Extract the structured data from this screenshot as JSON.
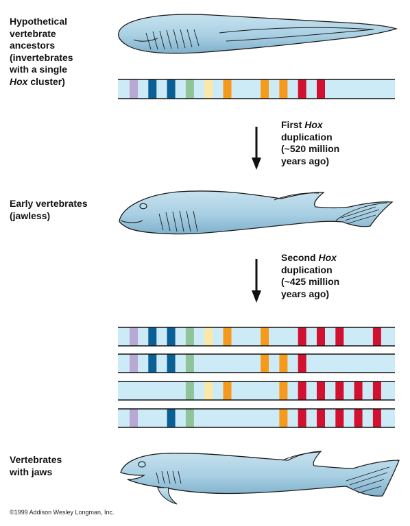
{
  "stages": {
    "ancestors": {
      "line1": "Hypothetical",
      "line2": "vertebrate",
      "line3": "ancestors",
      "line4": "(invertebrates",
      "line5": "with a single",
      "line6_italic": "Hox",
      "line6_rest": " cluster)"
    },
    "early": {
      "line1": "Early vertebrates",
      "line2": "(jawless)"
    },
    "jawed": {
      "line1": "Vertebrates",
      "line2": "with jaws"
    }
  },
  "duplications": [
    {
      "line1_pre": "First ",
      "line1_italic": "Hox",
      "line2": "duplication",
      "line3": "(~520 million",
      "line4": "years ago)"
    },
    {
      "line1_pre": "Second ",
      "line1_italic": "Hox",
      "line2": "duplication",
      "line3": "(~425 million",
      "line4": "years ago)"
    }
  ],
  "colors": {
    "chromosome_fill": "#cdebf7",
    "fish_body": "#a8cfe3",
    "fish_outline": "#1a1a1a",
    "band_lavender": "#b7a8d4",
    "band_blue": "#0a5f94",
    "band_green": "#8fc49a",
    "band_yellow": "#fbe7a6",
    "band_orange": "#f59a1c",
    "band_red": "#d2102f"
  },
  "clusters": [
    {
      "name": "ancestral-cluster",
      "bands": [
        "band_lavender",
        "band_blue",
        "band_blue",
        "band_green",
        "band_yellow",
        "band_orange",
        "",
        "band_orange",
        "band_orange",
        "band_red",
        "band_red",
        "",
        ""
      ]
    },
    {
      "name": "cluster-a",
      "bands": [
        "band_lavender",
        "band_blue",
        "band_blue",
        "band_green",
        "band_yellow",
        "band_orange",
        "",
        "band_orange",
        "",
        "band_red",
        "band_red",
        "band_red",
        "",
        "band_red"
      ]
    },
    {
      "name": "cluster-b",
      "bands": [
        "band_lavender",
        "band_blue",
        "band_blue",
        "band_green",
        "",
        "",
        "",
        "band_orange",
        "band_orange",
        "band_red",
        "",
        "",
        "",
        ""
      ]
    },
    {
      "name": "cluster-c",
      "bands": [
        "",
        "",
        "",
        "band_green",
        "band_yellow",
        "band_orange",
        "",
        "",
        "band_orange",
        "band_red",
        "band_red",
        "band_red",
        "band_red",
        "band_red"
      ]
    },
    {
      "name": "cluster-d",
      "bands": [
        "band_lavender",
        "",
        "band_blue",
        "band_green",
        "",
        "",
        "",
        "",
        "band_orange",
        "band_red",
        "band_red",
        "band_red",
        "band_red",
        "band_red"
      ]
    }
  ],
  "copyright": "©1999 Addison Wesley Longman, Inc."
}
